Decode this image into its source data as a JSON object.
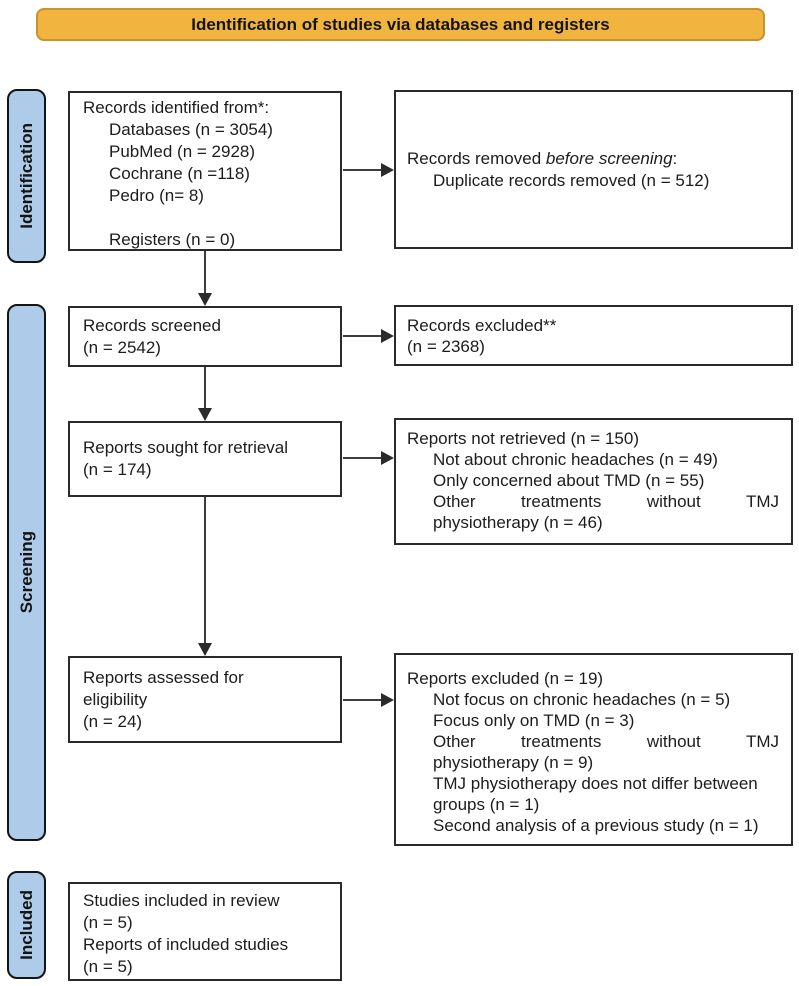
{
  "banner": {
    "label": "Identification of studies via databases and registers"
  },
  "stages": [
    {
      "label": "Identification"
    },
    {
      "label": "Screening"
    },
    {
      "label": "Included"
    }
  ],
  "colors": {
    "banner_bg": "#f0b43f",
    "banner_border": "#c8922d",
    "stage_bg": "#aecbe9",
    "box_border": "#2a2a2a",
    "arrow": "#3d3d3d",
    "text": "#1c1c1c"
  },
  "boxes": {
    "identified": {
      "lines": [
        {
          "t": "Records identified from*:"
        },
        {
          "t": "Databases (n = 3054)",
          "indent": true
        },
        {
          "t": "PubMed (n = 2928)",
          "indent": true
        },
        {
          "t": "Cochrane (n =118)",
          "indent": true
        },
        {
          "t": "Pedro (n= 8)",
          "indent": true
        },
        {
          "t": ""
        },
        {
          "t": "Registers (n = 0)",
          "indent": true
        }
      ]
    },
    "removed": {
      "lines": [
        {
          "segs": [
            {
              "t": "Records removed "
            },
            {
              "t": "before screening",
              "i": true
            },
            {
              "t": ":"
            }
          ]
        },
        {
          "t": "Duplicate records removed (n = 512)",
          "indent": true
        }
      ]
    },
    "screened": {
      "lines": [
        {
          "t": "Records screened"
        },
        {
          "t": "(n = 2542)"
        }
      ]
    },
    "excluded": {
      "lines": [
        {
          "t": "Records excluded**"
        },
        {
          "t": "(n = 2368)"
        }
      ]
    },
    "sought": {
      "lines": [
        {
          "t": "Reports sought for retrieval"
        },
        {
          "t": "(n = 174)"
        }
      ]
    },
    "not_retrieved": {
      "lines": [
        {
          "t": "Reports not retrieved (n = 150)"
        },
        {
          "t": "Not about chronic headaches (n = 49)",
          "indent": true
        },
        {
          "t": "Only concerned about TMD (n = 55)",
          "indent": true
        },
        {
          "t": "Other treatments without TMJ",
          "indent": true,
          "justify": true
        },
        {
          "t": "physiotherapy (n = 46)",
          "indent": true
        }
      ]
    },
    "assessed": {
      "lines": [
        {
          "t": "Reports assessed for"
        },
        {
          "t": "eligibility"
        },
        {
          "t": "(n = 24)"
        }
      ]
    },
    "reports_excluded": {
      "lines": [
        {
          "t": "Reports excluded (n = 19)"
        },
        {
          "t": "Not focus on chronic headaches (n = 5)",
          "indent": true
        },
        {
          "t": "Focus only on TMD (n = 3)",
          "indent": true
        },
        {
          "t": "Other treatments without TMJ",
          "indent": true,
          "justify": true
        },
        {
          "t": "physiotherapy (n = 9)",
          "indent": true
        },
        {
          "t": "TMJ physiotherapy does not differ between",
          "indent": true
        },
        {
          "t": "groups (n = 1)",
          "indent": true
        },
        {
          "t": "Second analysis of a previous study (n = 1)",
          "indent": true
        }
      ]
    },
    "included_studies": {
      "lines": [
        {
          "t": "Studies included in review"
        },
        {
          "t": "(n = 5)"
        },
        {
          "t": "Reports of included studies"
        },
        {
          "t": "(n = 5)"
        }
      ]
    }
  }
}
